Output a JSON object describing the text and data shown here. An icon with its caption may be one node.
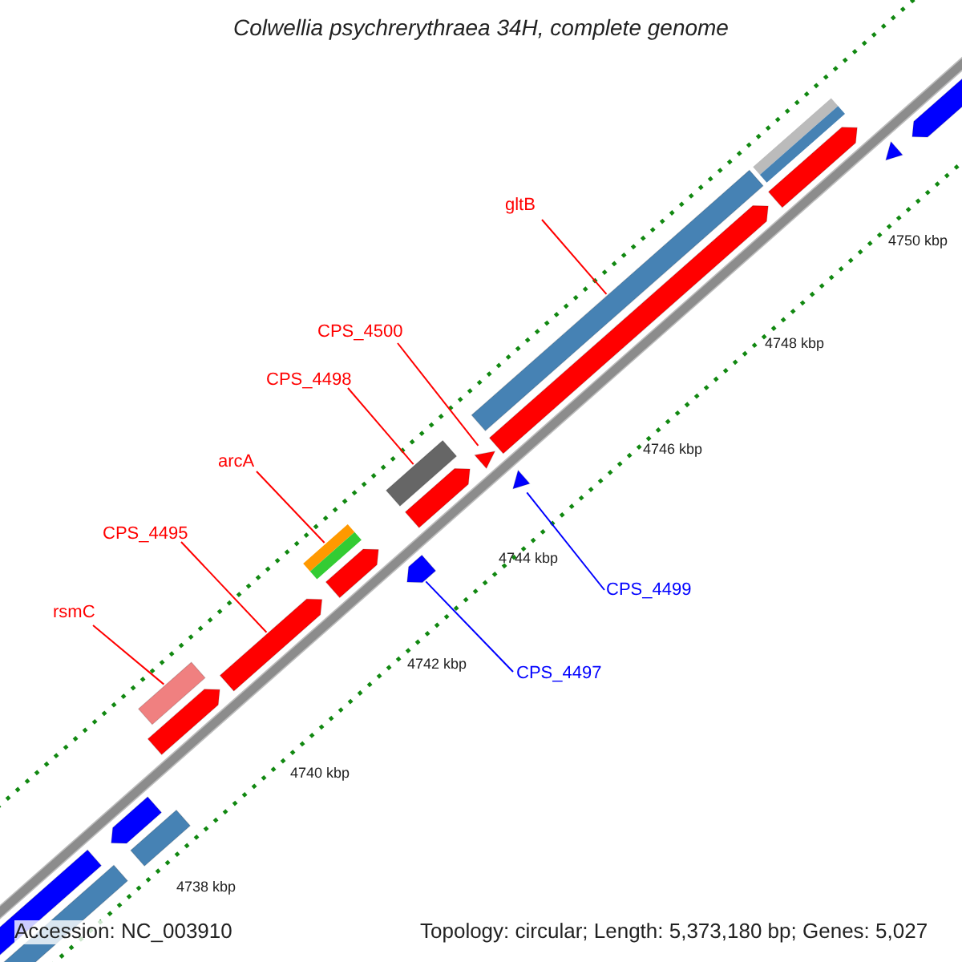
{
  "diagram": {
    "title": "Colwellia psychrerythraea 34H, complete genome",
    "nodes": [
      {
        "text": [
          "gltB"
        ]
      },
      {
        "text": [],
        "shape": "bar"
      },
      {
        "text": [
          "CPS_4500"
        ]
      },
      {
        "text": [],
        "shape": "triangle"
      },
      {
        "text": [
          "CPS_4498"
        ]
      },
      {
        "text": [],
        "shape": "bar"
      },
      {
        "text": [
          "arcA"
        ]
      },
      {
        "text": [],
        "shape": "bar"
      },
      {
        "text": [
          "CPS_4495"
        ]
      },
      {
        "text": [],
        "shape": "arrow"
      },
      {
        "text": [
          "CPS_4499"
        ]
      },
      {
        "text": [],
        "shape": "triangle"
      },
      {
        "text": [
          "rsmC"
        ]
      },
      {
        "text": [],
        "shape": "bar"
      },
      {
        "text": [
          "CPS_4497"
        ]
      },
      {
        "text": [],
        "shape": "pentagon"
      },
      {
        "text": [],
        "shape": "arrow"
      },
      {
        "text": [],
        "shape": "bar"
      },
      {
        "text": [],
        "shape": "arrow"
      },
      {
        "text": [],
        "shape": "bar"
      },
      {
        "text": [],
        "shape": "arrow"
      },
      {
        "text": [],
        "shape": "arrow"
      },
      {
        "text": [],
        "shape": "arrow"
      },
      {
        "text": [],
        "shape": "arrow"
      },
      {
        "text": [],
        "shape": "arrow"
      },
      {
        "text": [],
        "shape": "bar"
      },
      {
        "text": [],
        "shape": "triangle"
      },
      {
        "text": [],
        "shape": "arrow"
      }
    ],
    "edges": [
      {
        "from": 0,
        "to": 1,
        "arrow": "none"
      },
      {
        "from": 2,
        "to": 3,
        "arrow": "none"
      },
      {
        "from": 4,
        "to": 5,
        "arrow": "none"
      },
      {
        "from": 6,
        "to": 7,
        "arrow": "none"
      },
      {
        "from": 8,
        "to": 9,
        "arrow": "none"
      },
      {
        "from": 10,
        "to": 11,
        "arrow": "none",
        "color": "#0000ff"
      },
      {
        "from": 12,
        "to": 13,
        "arrow": "none"
      },
      {
        "from": 14,
        "to": 15,
        "arrow": "none",
        "color": "#0000ff"
      }
    ],
    "labels": [
      "4750 kbp",
      "4748 kbp",
      "4746 kbp",
      "4744 kbp",
      "4742 kbp",
      "4740 kbp",
      "4738 kbp",
      "Accession: NC_003910",
      "Topology: circular; Length: 5,373,180 bp; Genes: 5,027"
    ]
  }
}
